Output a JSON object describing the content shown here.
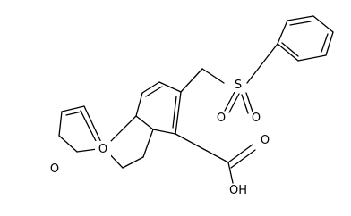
{
  "diagram": {
    "type": "chemical-structure",
    "atom_labels": {
      "furan_oxygen": "O",
      "pyran_oxygen": "O",
      "sulfur": "S",
      "sulfonyl_oxygen_1": "O",
      "sulfonyl_oxygen_2": "O",
      "carbonyl_oxygen": "O",
      "hydroxyl": "OH"
    },
    "colors": {
      "ink": "#000000",
      "background": "#ffffff"
    }
  }
}
